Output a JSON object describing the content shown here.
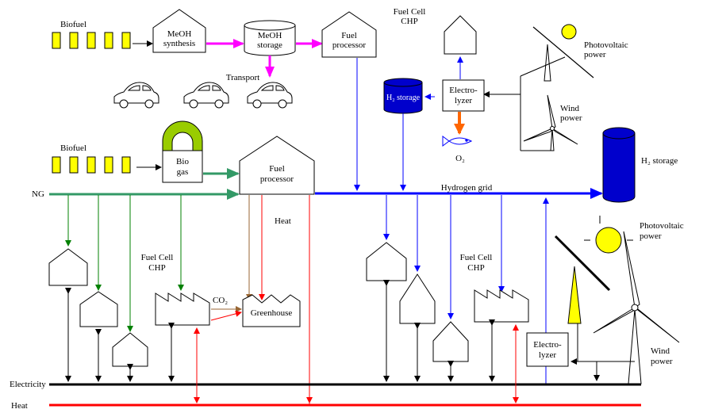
{
  "labels": {
    "biofuel_top": "Biofuel",
    "meoh_synthesis_1": "MeOH",
    "meoh_synthesis_2": "synthesis",
    "meoh_storage_1": "MeOH",
    "meoh_storage_2": "storage",
    "fuel_processor_top_1": "Fuel",
    "fuel_processor_top_2": "processor",
    "fuel_cell_chp_top_1": "Fuel Cell",
    "fuel_cell_chp_top_2": "CHP",
    "pv_top_1": "Photovoltaic",
    "pv_top_2": "power",
    "transport": "Transport",
    "h2_storage_small": "H₂ storage",
    "electrolyzer_top_1": "Electro-",
    "electrolyzer_top_2": "lyzer",
    "wind_top_1": "Wind",
    "wind_top_2": "power",
    "o2": "O₂",
    "biofuel_mid": "Biofuel",
    "biogas_1": "Bio",
    "biogas_2": "gas",
    "fuel_processor_mid_1": "Fuel",
    "fuel_processor_mid_2": "processor",
    "h2_storage_big": "H₂ storage",
    "ng": "NG",
    "hydrogen_grid": "Hydrogen grid",
    "heat_mid": "Heat",
    "pv_right_1": "Photovoltaic",
    "pv_right_2": "power",
    "fuel_cell_chp_left_1": "Fuel Cell",
    "fuel_cell_chp_left_2": "CHP",
    "fuel_cell_chp_right_1": "Fuel Cell",
    "fuel_cell_chp_right_2": "CHP",
    "co2": "CO₂",
    "greenhouse": "Greenhouse",
    "electrolyzer_bot_1": "Electro-",
    "electrolyzer_bot_2": "lyzer",
    "wind_bot_1": "Wind",
    "wind_bot_2": "power",
    "electricity": "Electricity",
    "heat_bottom": "Heat"
  },
  "colors": {
    "fuel_block": "#ffff00",
    "meoh_line": "#ff00ff",
    "ng_line": "#339966",
    "biogas_cap": "#99cc00",
    "hydrogen_line": "#0000ff",
    "storage_fill": "#0000cc",
    "heat_line": "#ff0000",
    "co2_line": "#996633",
    "o2_arrow": "#ff6600",
    "ng_branch": "#008000",
    "electricity_line": "#000000",
    "sun_fill": "#ffff00"
  }
}
